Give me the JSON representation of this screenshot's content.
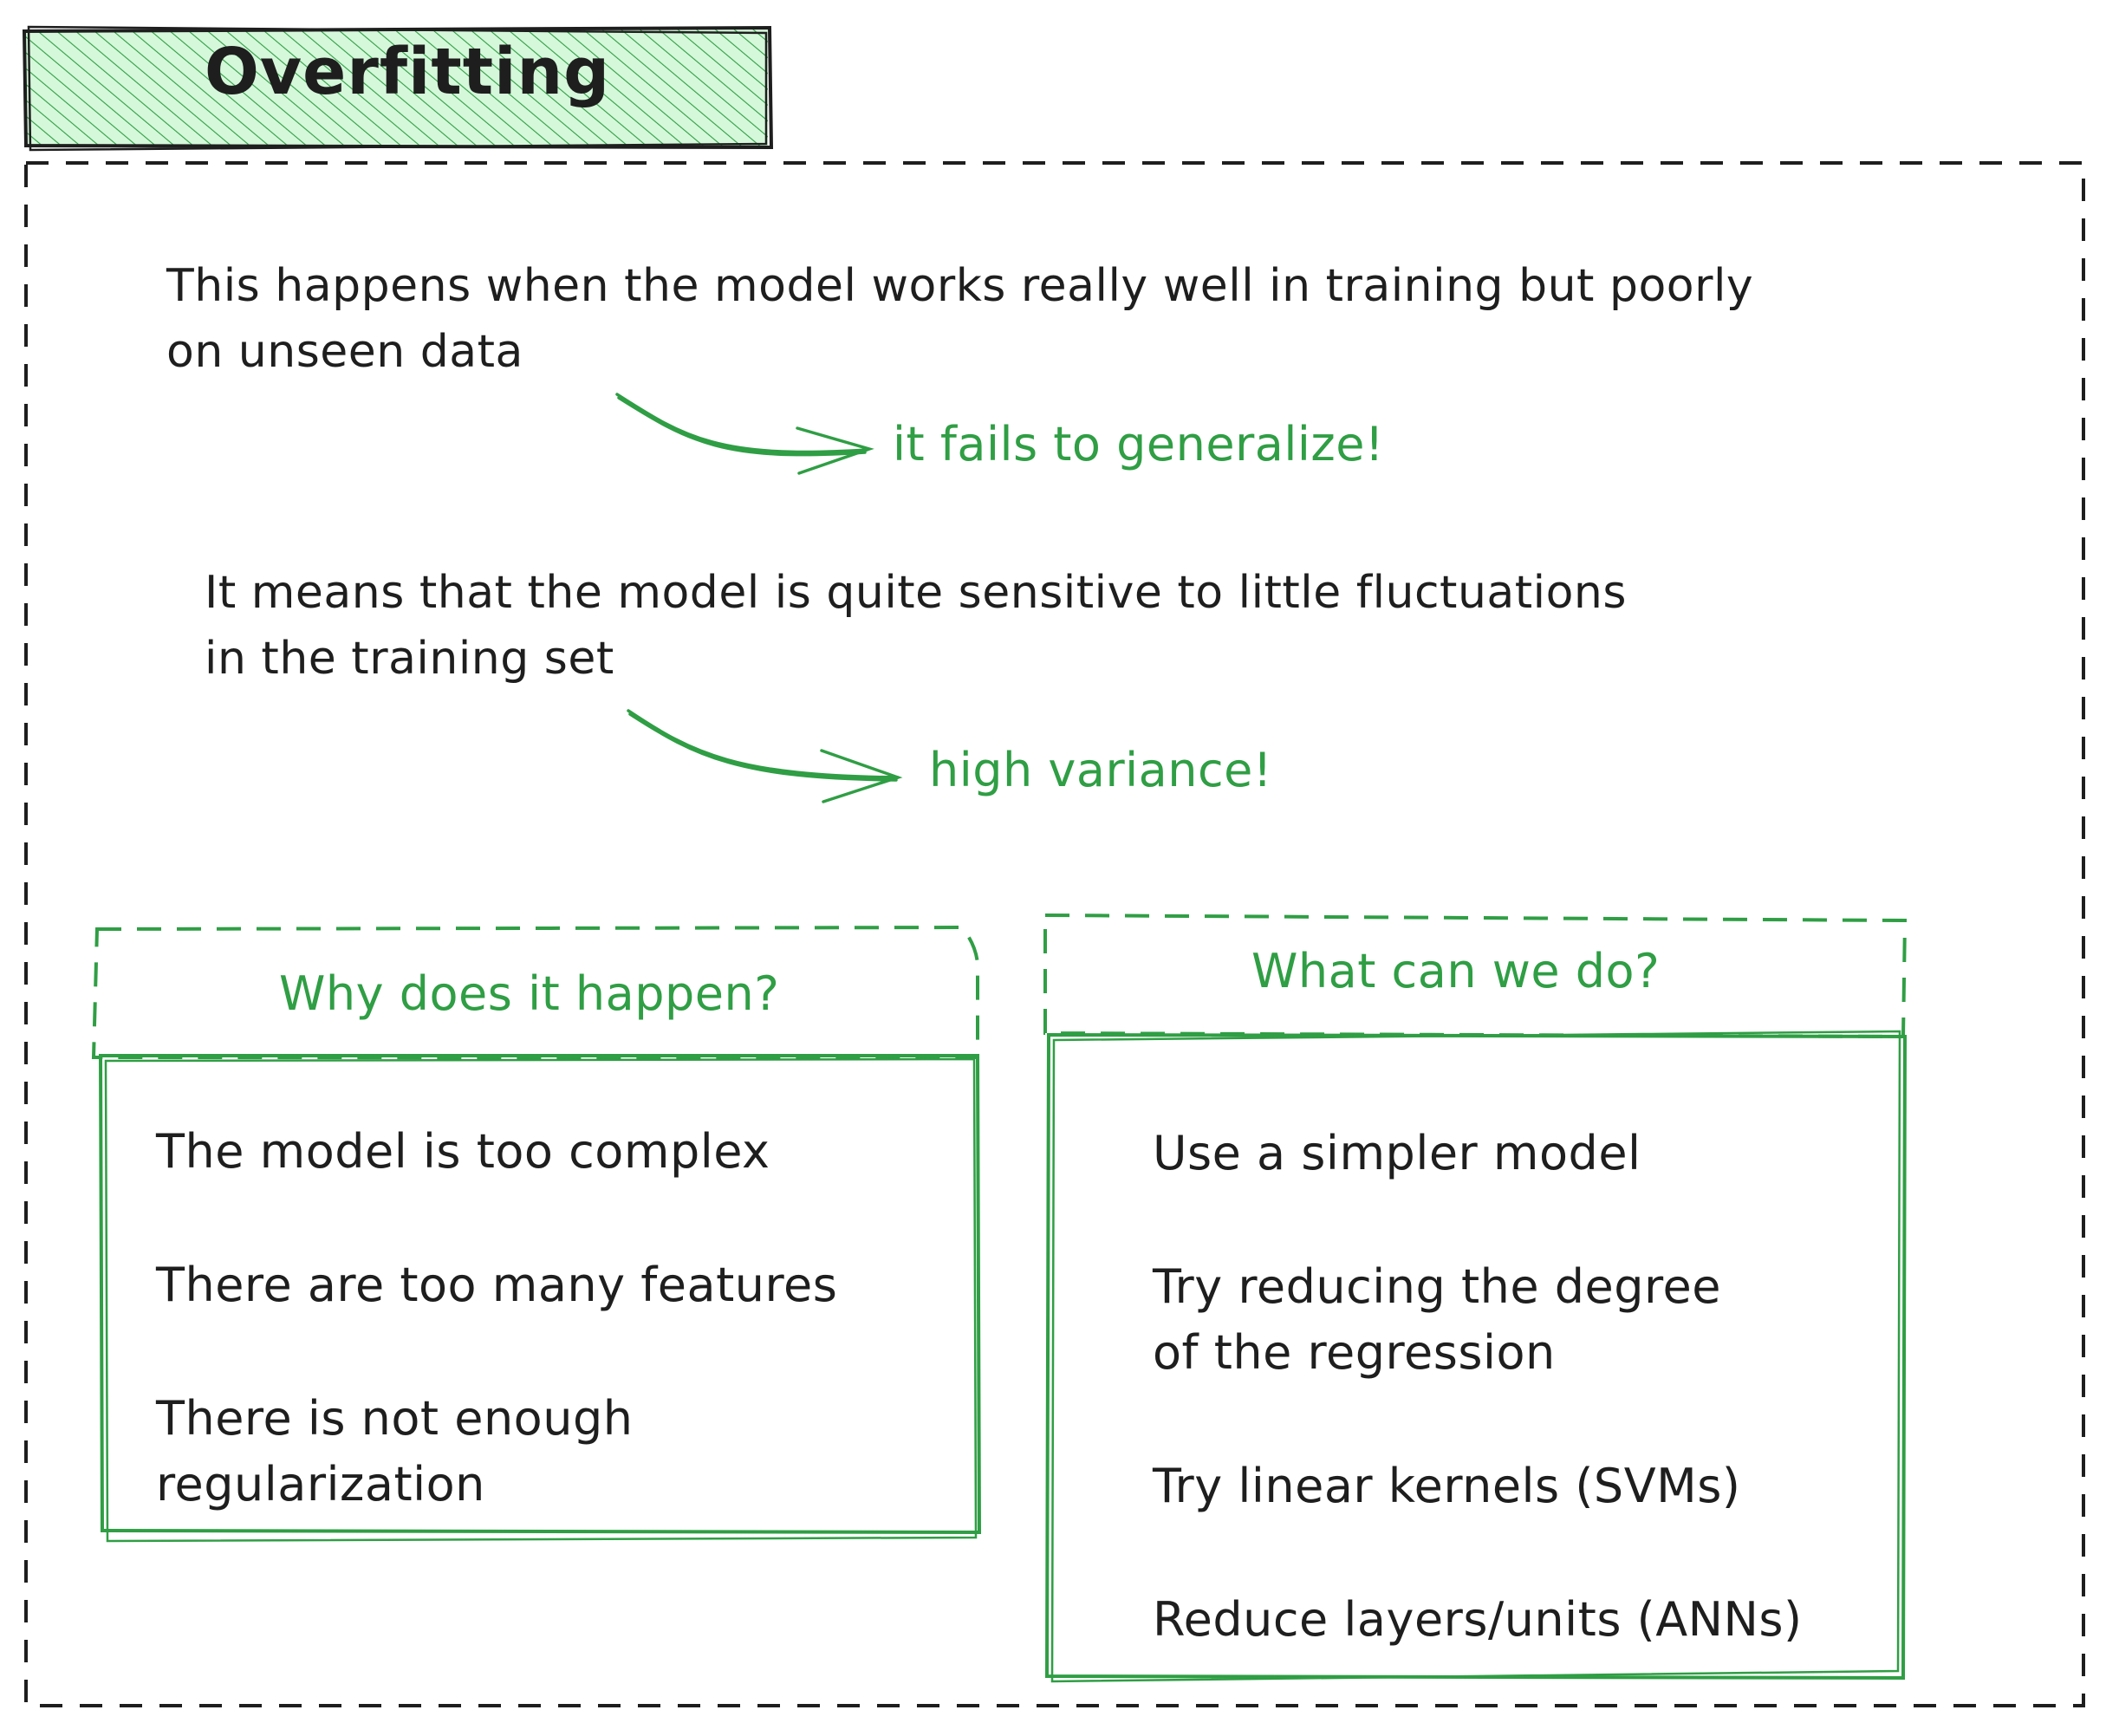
{
  "title": "Overfitting",
  "intro": {
    "line1": "This happens when the model works really well in training but poorly",
    "line2": "on unseen data",
    "callout": "it fails to generalize!"
  },
  "sensitivity": {
    "line1": "It means that the model is quite sensitive to little fluctuations",
    "line2": "in the training set",
    "callout": "high variance!"
  },
  "why_box": {
    "heading": "Why does it happen?",
    "items": [
      "The model is too complex",
      "There are too many features",
      "There is not enough",
      "regularization"
    ]
  },
  "what_box": {
    "heading": "What can we do?",
    "items": [
      "Use a simpler model",
      "Try reducing the degree",
      "of the regression",
      "Try linear kernels (SVMs)",
      "Reduce layers/units (ANNs)"
    ]
  },
  "colors": {
    "ink": "#1e1e1e",
    "accent_green": "#2f9e44",
    "title_fill": "#b2f2bb"
  }
}
